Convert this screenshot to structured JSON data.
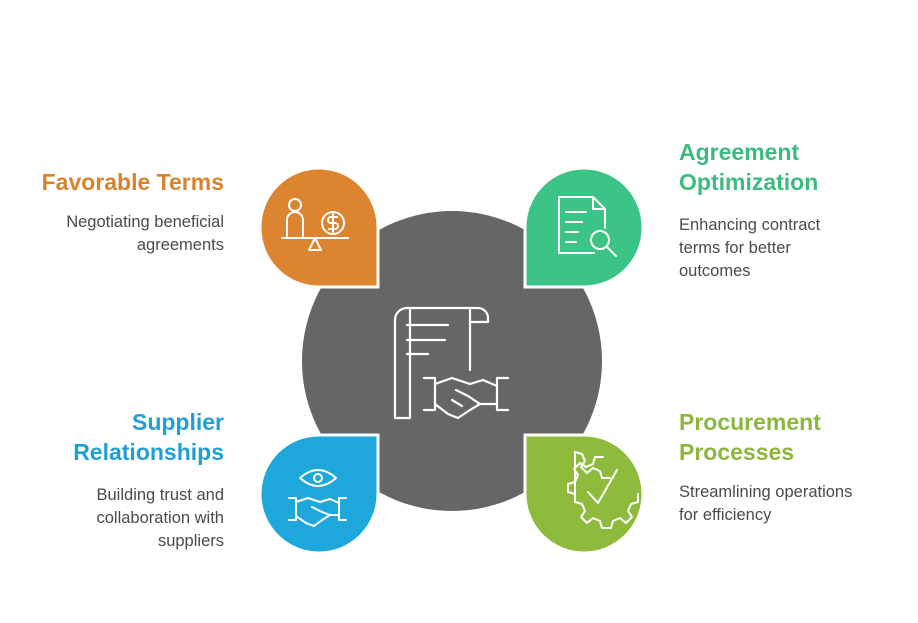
{
  "colors": {
    "center": "#666666",
    "favorable": "#dd8431",
    "agreement": "#3cc486",
    "supplier": "#1ea7db",
    "procurement": "#8fbb3d",
    "icon_stroke": "#ffffff"
  },
  "items": {
    "favorable": {
      "title": "Favorable Terms",
      "desc_line1": "Negotiating beneficial",
      "desc_line2": "agreements",
      "icon": "scale-person-coin-icon"
    },
    "agreement": {
      "title_line1": "Agreement",
      "title_line2": "Optimization",
      "desc_line1": "Enhancing contract",
      "desc_line2": "terms for better",
      "desc_line3": "outcomes",
      "icon": "document-search-icon"
    },
    "supplier": {
      "title_line1": "Supplier",
      "title_line2": "Relationships",
      "desc_line1": "Building trust and",
      "desc_line2": "collaboration with",
      "desc_line3": "suppliers",
      "icon": "eye-handshake-icon"
    },
    "procurement": {
      "title_line1": "Procurement",
      "title_line2": "Processes",
      "desc_line1": "Streamlining operations",
      "desc_line2": "for efficiency",
      "icon": "gear-check-icon"
    }
  },
  "center_icon": "contract-handshake-icon"
}
